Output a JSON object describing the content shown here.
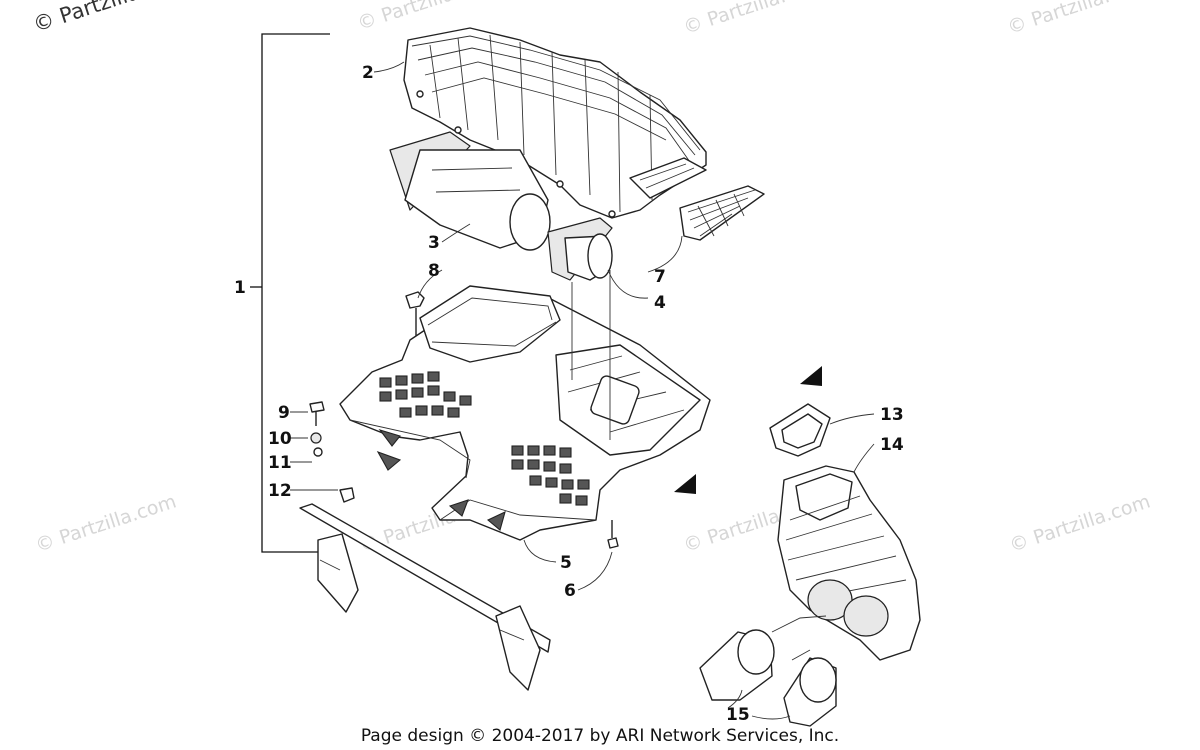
{
  "watermarks": [
    "© Partzilla.com",
    "© Partzilla.com",
    "© Partzilla.com",
    "© Partzilla.com",
    "© Partzilla.com",
    "© Partzilla.com",
    "© Partzilla.com",
    "© Partzilla.com"
  ],
  "callouts": [
    "1",
    "2",
    "3",
    "4",
    "5",
    "6",
    "7",
    "8",
    "9",
    "10",
    "11",
    "12",
    "13",
    "14",
    "15"
  ],
  "footer": "Page design © 2004-2017 by ARI Network Services, Inc."
}
